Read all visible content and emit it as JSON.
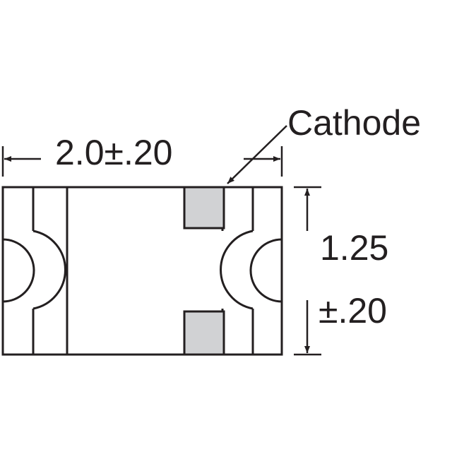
{
  "labels": {
    "cathode": "Cathode",
    "width": "2.0±.20",
    "height_value": "1.25",
    "height_tolerance": "±.20"
  },
  "colors": {
    "stroke": "#231f20",
    "pad_fill": "#d1d2d4",
    "background": "#ffffff"
  }
}
